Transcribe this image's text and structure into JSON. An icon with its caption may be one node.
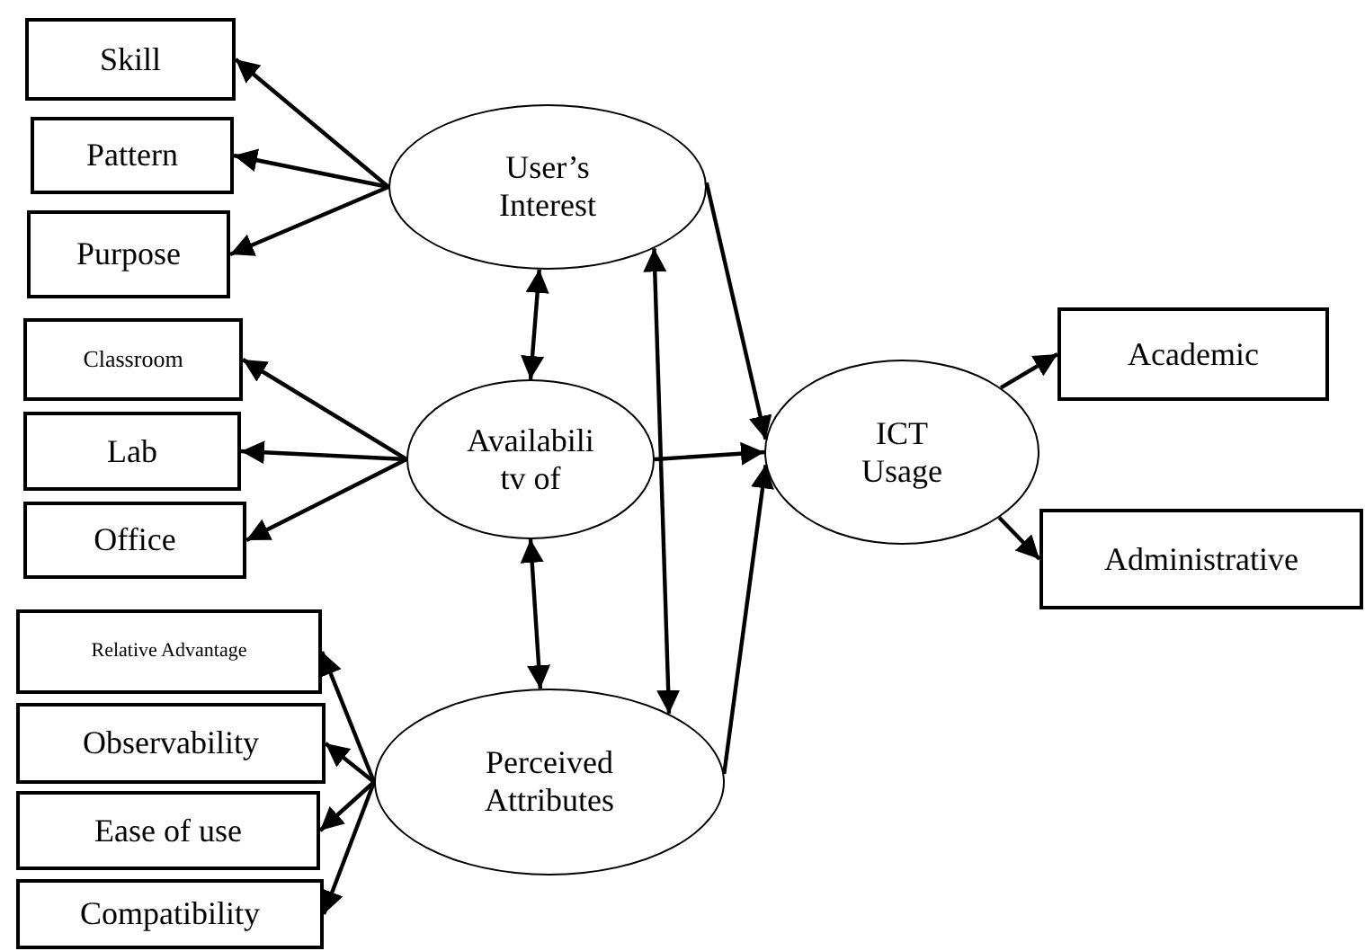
{
  "diagram": {
    "nodes": [
      {
        "text": [
          "Skill"
        ]
      },
      {
        "text": [
          "Pattern"
        ]
      },
      {
        "text": [
          "Purpose"
        ]
      },
      {
        "text": [
          "User’s Interest"
        ]
      },
      {
        "text": [
          "Classroom"
        ]
      },
      {
        "text": [
          "Lab"
        ]
      },
      {
        "text": [
          "Office"
        ]
      },
      {
        "text": [
          "Availabili tv of"
        ]
      },
      {
        "text": [
          "ICT Usage"
        ]
      },
      {
        "text": [
          "Academic"
        ]
      },
      {
        "text": [
          "Administrative"
        ]
      },
      {
        "text": [
          "Relative Advantage"
        ]
      },
      {
        "text": [
          "Observability"
        ]
      },
      {
        "text": [
          "Ease of use"
        ]
      },
      {
        "text": [
          "Compatibility"
        ]
      },
      {
        "text": [
          "Perceived Attributes"
        ]
      }
    ],
    "edges": [
      {
        "from": 3,
        "to": 0,
        "arrow": "to"
      },
      {
        "from": 3,
        "to": 1,
        "arrow": "to"
      },
      {
        "from": 3,
        "to": 2,
        "arrow": "to"
      },
      {
        "from": 7,
        "to": 4,
        "arrow": "to"
      },
      {
        "from": 7,
        "to": 5,
        "arrow": "to"
      },
      {
        "from": 7,
        "to": 6,
        "arrow": "to"
      },
      {
        "from": 15,
        "to": 11,
        "arrow": "to"
      },
      {
        "from": 15,
        "to": 12,
        "arrow": "to"
      },
      {
        "from": 15,
        "to": 13,
        "arrow": "to"
      },
      {
        "from": 15,
        "to": 14,
        "arrow": "to"
      },
      {
        "from": 3,
        "to": 7,
        "arrow": "both"
      },
      {
        "from": 7,
        "to": 15,
        "arrow": "both"
      },
      {
        "from": 15,
        "to": 3,
        "arrow": "both"
      },
      {
        "from": 3,
        "to": 8,
        "arrow": "to"
      },
      {
        "from": 7,
        "to": 8,
        "arrow": "to"
      },
      {
        "from": 15,
        "to": 8,
        "arrow": "to"
      },
      {
        "from": 8,
        "to": 9,
        "arrow": "to"
      },
      {
        "from": 8,
        "to": 10,
        "arrow": "to"
      }
    ]
  }
}
